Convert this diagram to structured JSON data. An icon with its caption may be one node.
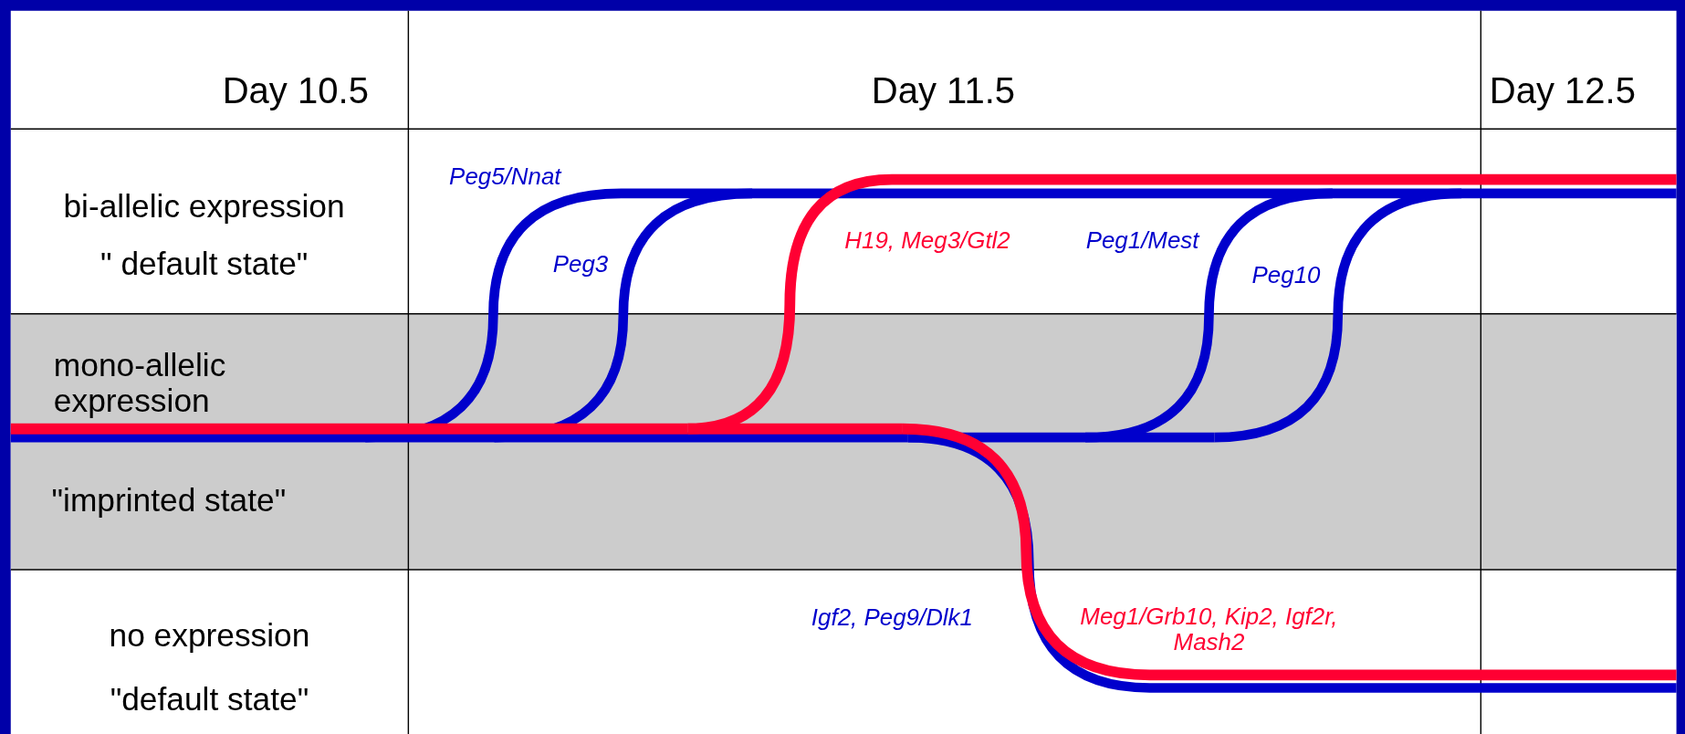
{
  "diagram": {
    "labels": [
      "Day 10.5",
      "Day 11.5",
      "Day 12.5",
      "bi-allelic expression",
      "\" default state\"",
      "mono-allelic expression",
      "\"imprinted state\"",
      "no expression",
      "\"default state\"",
      "Peg5/Nnat",
      "Peg3",
      "H19, Meg3/Gtl2",
      "Peg1/Mest",
      "Peg10",
      "Igf2, Peg9/Dlk1",
      "Meg1/Grb10, Kip2, Igf2r, Mash2"
    ]
  }
}
